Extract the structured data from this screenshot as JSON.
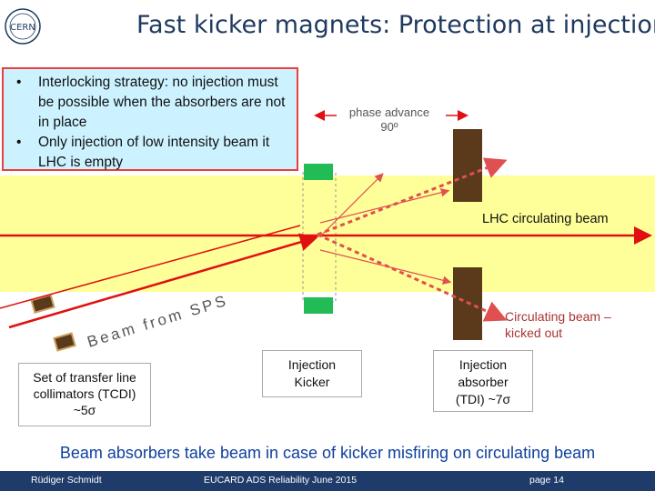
{
  "slide": {
    "title": "Fast kicker magnets: Protection at injection",
    "logo_text": "CERN",
    "bullets": [
      {
        "marker": "•",
        "text": "Interlocking strategy: no injection must be possible when the absorbers are not in place"
      },
      {
        "marker": "•",
        "text": "Only injection of low intensity beam it LHC is empty"
      }
    ],
    "phase_advance": {
      "line1": "phase advance",
      "line2": "90º"
    },
    "lhc_label": "LHC circulating beam",
    "beam_from_sps": "Beam from SPS",
    "circulating_label": {
      "line1": "Circulating beam –",
      "line2": "kicked out"
    },
    "injection_kicker": {
      "line1": "Injection",
      "line2": "Kicker"
    },
    "injection_absorber": {
      "line1": "Injection",
      "line2": "absorber",
      "line3": "(TDI) ~7σ"
    },
    "tcdi": {
      "line1": "Set of transfer line",
      "line2": "collimators (TCDI)",
      "line3": "~5σ"
    },
    "main_statement": "Beam absorbers take beam in case of kicker misfiring on circulating beam"
  },
  "footer": {
    "author": "Rüdiger Schmidt",
    "event": "EUCARD ADS Reliability June 2015",
    "page": "page 14"
  },
  "colors": {
    "title": "#1f3a5f",
    "band": "#ffff99",
    "beam": "#e01010",
    "kicker": "#22bb55",
    "absorber": "#5a3a1a",
    "footer_bar": "#1f3b6a",
    "statement": "#1040a0"
  }
}
